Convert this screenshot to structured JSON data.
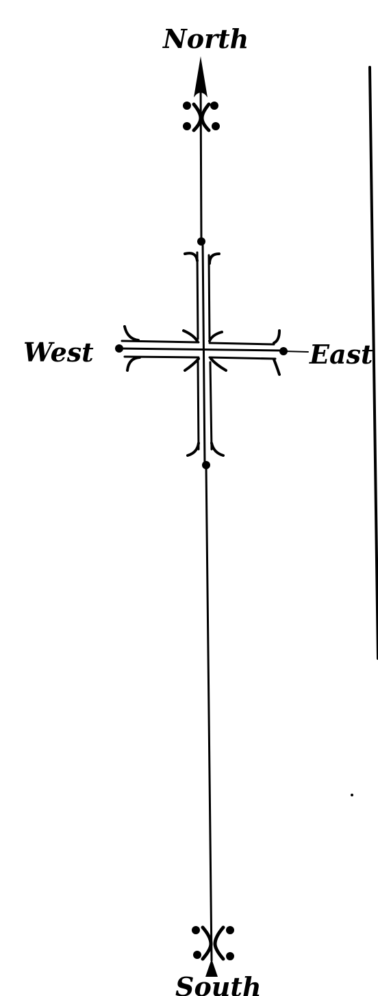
{
  "labels": {
    "north": "North",
    "south": "South",
    "east": "East",
    "west": "West"
  },
  "colors": {
    "ink": "#000000",
    "paper": "#ffffff"
  },
  "icons": {
    "north_arrow": "arrowhead-up-icon",
    "north_flourish": "fleur-x-icon",
    "south_flourish": "fleur-x-icon"
  }
}
